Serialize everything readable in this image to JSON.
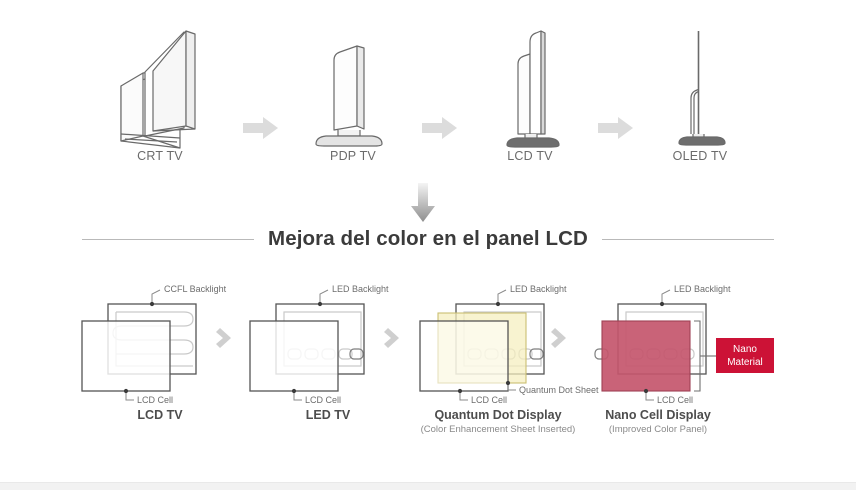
{
  "page": {
    "background_color": "#ffffff",
    "accent_color": "#cc1236",
    "line_color": "#5a5a5a",
    "arrow_color": "#d9d9d9",
    "nano_panel_color": "#c4566c",
    "qd_sheet_color": "#f7f3c8"
  },
  "evolution": {
    "items": [
      {
        "label": "CRT TV",
        "icon": "crt-tv-icon"
      },
      {
        "label": "PDP TV",
        "icon": "pdp-tv-icon"
      },
      {
        "label": "LCD TV",
        "icon": "lcd-tv-icon"
      },
      {
        "label": "OLED TV",
        "icon": "oled-tv-icon"
      }
    ],
    "arrow_icon": "right-block-arrow-icon",
    "arrow_count": 3
  },
  "section": {
    "title": "Mejora del color en el panel LCD",
    "down_arrow_icon": "down-arrow-icon"
  },
  "panels": {
    "separator_icon": "chevron-right-icon",
    "separator_count": 3,
    "items": [
      {
        "name": "LCD TV",
        "subtitle": "",
        "backlight_label": "CCFL Backlight",
        "cell_label": "LCD Cell",
        "extra_label": "",
        "badge": ""
      },
      {
        "name": "LED TV",
        "subtitle": "",
        "backlight_label": "LED Backlight",
        "cell_label": "LCD Cell",
        "extra_label": "",
        "badge": ""
      },
      {
        "name": "Quantum Dot Display",
        "subtitle": "(Color Enhancement Sheet Inserted)",
        "backlight_label": "LED Backlight",
        "cell_label": "LCD Cell",
        "extra_label": "Quantum Dot Sheet",
        "badge": ""
      },
      {
        "name": "Nano Cell Display",
        "subtitle": "(Improved Color Panel)",
        "backlight_label": "LED Backlight",
        "cell_label": "LCD Cell",
        "extra_label": "",
        "badge_line1": "Nano",
        "badge_line2": "Material"
      }
    ]
  }
}
